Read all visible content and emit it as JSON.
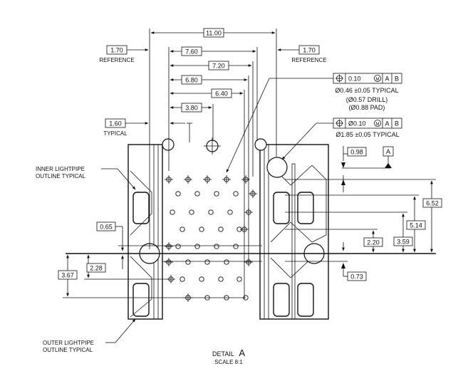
{
  "dims": {
    "d1100": "11.00",
    "d760": "7.60",
    "d720": "7.20",
    "d680": "6.80",
    "d640": "6.40",
    "d380": "3.80",
    "d170L": "1.70",
    "d170R": "1.70",
    "d160": "1.60",
    "d098": "0.98",
    "d065": "0.65",
    "d652": "6.52",
    "d514": "5.14",
    "d359": "3.59",
    "d220": "2.20",
    "d367": "3.67",
    "d228": "2.28",
    "d073": "0.73"
  },
  "labels": {
    "reference_left": "REFERENCE",
    "reference_right": "REFERENCE",
    "typical": "TYPICAL",
    "inner_lightpipe_1": "INNER LIGHTPIPE",
    "inner_lightpipe_2": "OUTLINE TYPICAL",
    "outer_lightpipe_1": "OUTER LIGHTPIPE",
    "outer_lightpipe_2": "OUTLINE TYPICAL",
    "detail_word": "DETAIL",
    "detail_letter": "A",
    "scale": "SCALE 8:1",
    "datum_a": "A"
  },
  "fcf_small": {
    "tol": "0.10",
    "mod": "M",
    "datum1": "A",
    "datum2": "B",
    "note1": "Ø0.46 ±0.05 TYPICAL",
    "note2": "(Ø0.57 DRILL)",
    "note3": "(Ø0.88 PAD)"
  },
  "fcf_large": {
    "tol": "Ø0.10",
    "mod": "M",
    "datum1": "A",
    "datum2": "B",
    "note1": "Ø1.85 ±0.05 TYPICAL"
  }
}
